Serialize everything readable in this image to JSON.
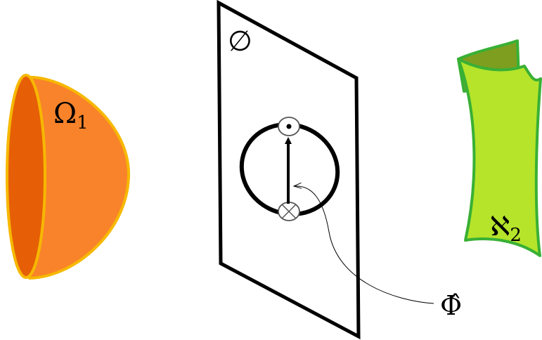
{
  "labels": {
    "hemisphere": "Ω",
    "hemisphere_sub": "1",
    "plane": "∅",
    "sheet": "ℵ",
    "sheet_sub": "2",
    "operator": "Φ̂"
  },
  "colors": {
    "hemisphere_fill": "#F9832A",
    "hemisphere_inner": "#E65F06",
    "hemisphere_outline": "#F6B800",
    "sheet_fill": "#B5E42A",
    "sheet_inner": "#7E9E1F",
    "sheet_outline": "#39B035",
    "ink": "#000000",
    "background": "#FFFFFF"
  }
}
